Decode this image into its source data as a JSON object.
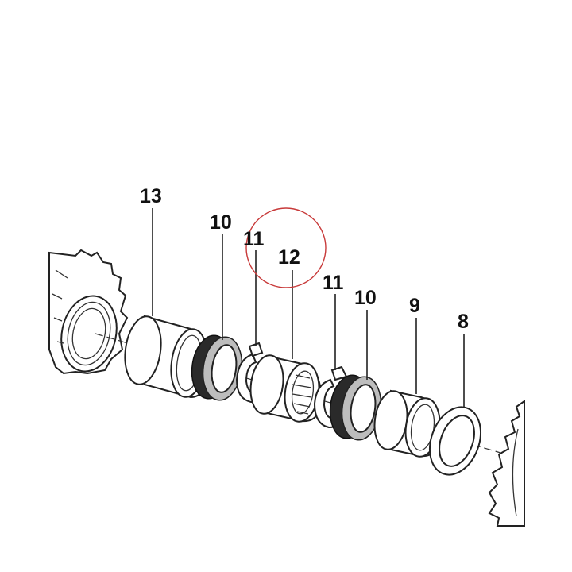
{
  "labels": {
    "p13": "13",
    "p10a": "10",
    "p11a": "11",
    "p12": "12",
    "p11b": "11",
    "p10b": "10",
    "p9": "9",
    "p8": "8"
  },
  "colors": {
    "highlight": "#c83a3a",
    "line": "#222222"
  }
}
